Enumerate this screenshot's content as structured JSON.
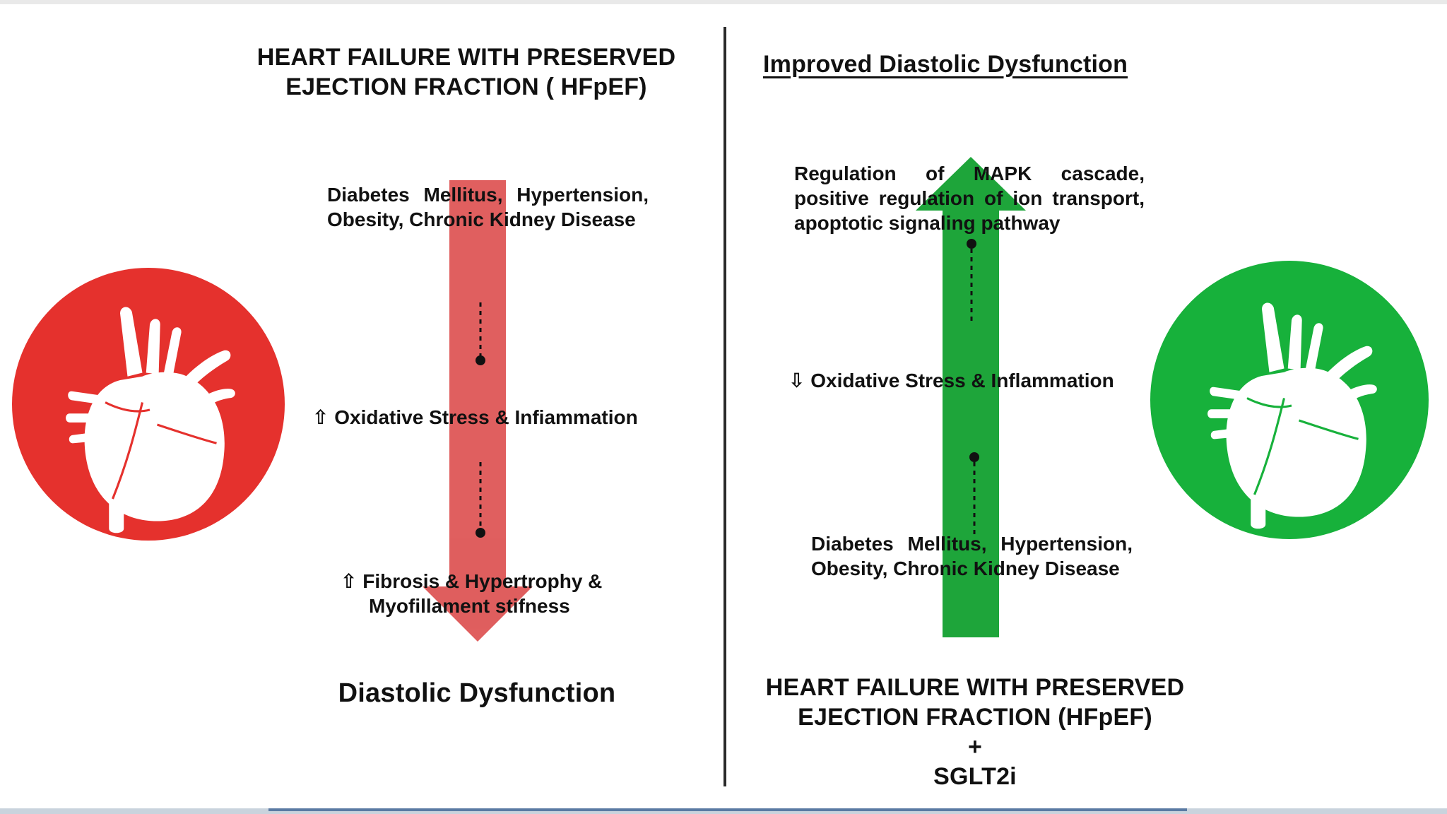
{
  "colors": {
    "red": "#e5312d",
    "red_arrow": "#de5656",
    "green": "#17b13b",
    "green_arrow": "#1ea53a",
    "text": "#111111"
  },
  "left": {
    "title": "HEART FAILURE WITH PRESERVED EJECTION FRACTION ( HFpEF)",
    "risk_factors": "Diabetes Mellitus, Hypertension, Obesity, Chronic Kidney Disease",
    "oxidative": "⇧ Oxidative Stress & Infiammation",
    "fibrosis_line1": "⇧ Fibrosis & Hypertrophy &",
    "fibrosis_line2": "Myofillament stifness",
    "outcome": "Diastolic Dysfunction",
    "icon": "heart-icon"
  },
  "right": {
    "title": "Improved Diastolic Dysfunction",
    "pathways": "Regulation of MAPK cascade, positive regulation of ion transport, apoptotic signaling pathway",
    "oxidative": "⇩ Oxidative Stress & Inflammation",
    "risk_factors": "Diabetes Mellitus, Hypertension, Obesity, Chronic Kidney Disease",
    "bottom_line1": "HEART FAILURE WITH PRESERVED",
    "bottom_line2": "EJECTION FRACTION (HFpEF)",
    "bottom_plus": "+",
    "bottom_line3": "SGLT2i",
    "icon": "heart-icon"
  }
}
